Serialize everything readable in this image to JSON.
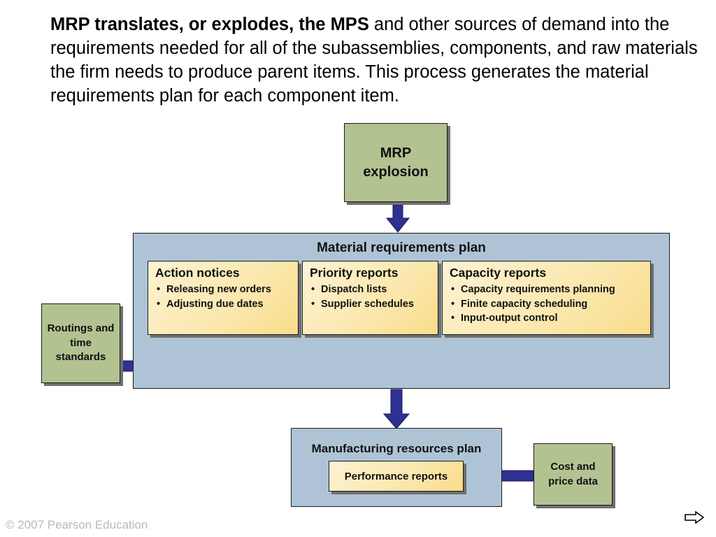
{
  "intro": {
    "bold": "MRP translates, or explodes, the MPS",
    "rest": " and other sources of demand into the requirements needed for all of the subassemblies, components, and raw materials the firm needs to produce parent items. This process generates the material requirements plan for each component item."
  },
  "diagram": {
    "mrp_explosion": "MRP explosion",
    "material_requirements_plan": {
      "title": "Material requirements plan",
      "reports": [
        {
          "title": "Action notices",
          "items": [
            "Releasing new orders",
            "Adjusting due dates"
          ]
        },
        {
          "title": "Priority reports",
          "items": [
            "Dispatch lists",
            "Supplier schedules"
          ]
        },
        {
          "title": "Capacity reports",
          "items": [
            "Capacity requirements planning",
            "Finite capacity scheduling",
            "Input-output control"
          ]
        }
      ]
    },
    "routings": "Routings and time standards",
    "manufacturing_resources_plan": {
      "title": "Manufacturing resources plan",
      "performance_reports": "Performance reports"
    },
    "cost_price": "Cost and price data"
  },
  "footer": "© 2007 Pearson Education",
  "colors": {
    "green_box": "#b3c291",
    "blue_panel": "#aec4d6",
    "yellow_box": "#fbe7ad",
    "arrow": "#2e3192"
  },
  "nav": {
    "next_icon": "next-arrow-icon"
  }
}
